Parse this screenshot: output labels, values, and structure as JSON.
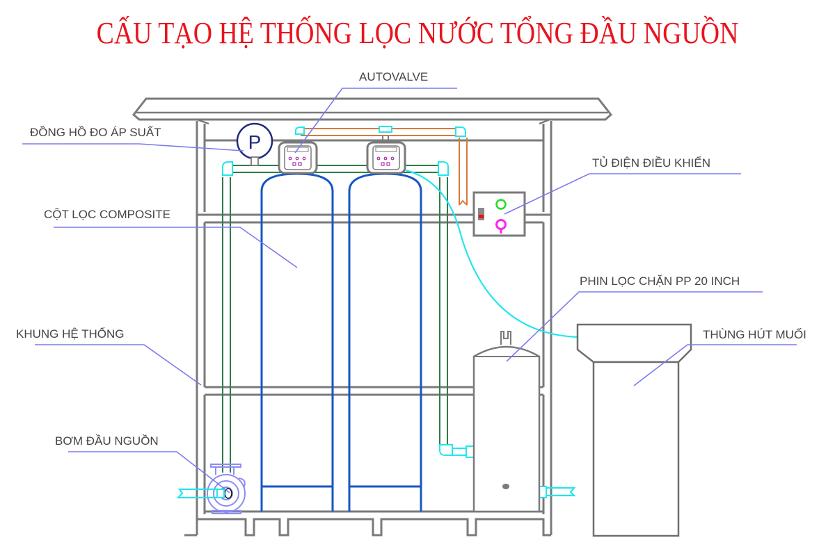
{
  "title": "CẤU TẠO HỆ THỐNG LỌC NƯỚC TỔNG ĐẦU NGUỒN",
  "labels": {
    "autovalve": "AUTOVALVE",
    "pressure_gauge": "ĐỒNG HỒ ĐO ÁP SUẤT",
    "composite_column": "CỘT LỌC COMPOSITE",
    "system_frame": "KHUNG HỆ THỐNG",
    "source_pump": "BƠM ĐẦU NGUỒN",
    "control_cabinet": "TỦ ĐIỆN ĐIỀU KHIỂN",
    "pp_filter": "PHIN LỌC CHẶN PP 20 INCH",
    "brine_tank": "THÙNG HÚT MUỐI"
  },
  "gauge_letter": "P",
  "colors": {
    "title": "#e8141d",
    "label_text": "#444444",
    "leader_line": "#7b7bf0",
    "frame": "#7a7a7a",
    "tank_outline": "#1756c4",
    "pipe_green": "#2e7d46",
    "pipe_orange": "#d87a3a",
    "pipe_cyan": "#22e6ee",
    "gauge": "#1f2a80",
    "indicator_green": "#22dd22",
    "indicator_magenta": "#ff22ee",
    "switch_red": "#ee1111"
  }
}
